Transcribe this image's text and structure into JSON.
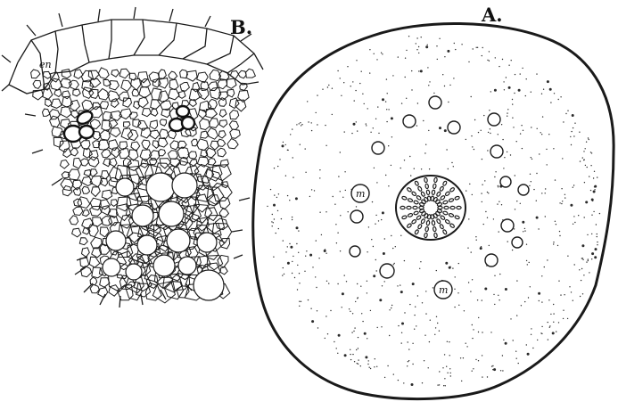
{
  "panels": {
    "right": {
      "label": "A."
    },
    "left": {
      "label": "B."
    }
  },
  "labels": {
    "endodermis": "en",
    "mucilage_canal": "m"
  },
  "colors": {
    "ink": "#1a1a1a",
    "paper": "#ffffff"
  }
}
